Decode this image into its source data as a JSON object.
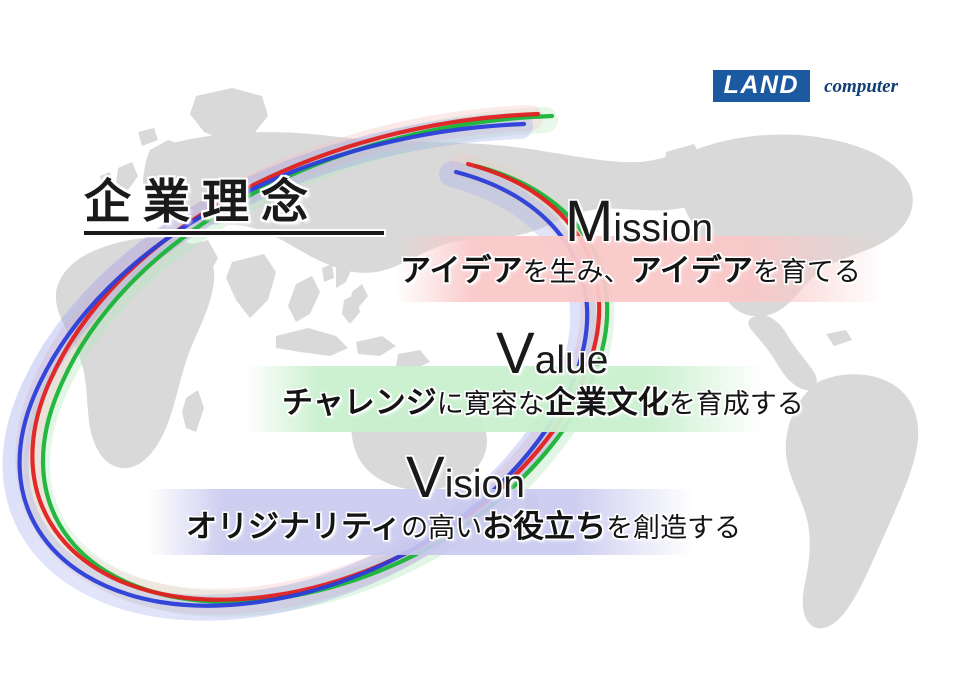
{
  "slide": {
    "title": "企業理念",
    "background_color": "#ffffff",
    "map_color": "#d9d9d9"
  },
  "logo": {
    "brand": "LAND",
    "suffix": "computer",
    "box_color": "#1b5aa0",
    "brand_color": "#ffffff",
    "suffix_color": "#123f73"
  },
  "pillars": [
    {
      "key": "mission",
      "cap": "M",
      "rest": "ission",
      "headline": "Mission",
      "subline_parts": [
        {
          "text": "アイデア",
          "emphasis": true
        },
        {
          "text": "を生み、",
          "emphasis": false
        },
        {
          "text": "アイデア",
          "emphasis": true
        },
        {
          "text": "を育てる",
          "emphasis": false
        }
      ],
      "subline": "アイデアを生み、アイデアを育てる",
      "band_color": "#f9c8c8"
    },
    {
      "key": "value",
      "cap": "V",
      "rest": "alue",
      "headline": "Value",
      "subline_parts": [
        {
          "text": "チャレンジ",
          "emphasis": true
        },
        {
          "text": "に寛容な",
          "emphasis": false
        },
        {
          "text": "企業文化",
          "emphasis": true
        },
        {
          "text": "を育成する",
          "emphasis": false
        }
      ],
      "subline": "チャレンジに寛容な企業文化を育成する",
      "band_color": "#c9f0cd"
    },
    {
      "key": "vision",
      "cap": "V",
      "rest": "ision",
      "headline": "Vision",
      "subline_parts": [
        {
          "text": "オリジナリティ",
          "emphasis": true
        },
        {
          "text": "の高い",
          "emphasis": false
        },
        {
          "text": "お役立ち",
          "emphasis": true
        },
        {
          "text": "を創造する",
          "emphasis": false
        }
      ],
      "subline": "オリジナリティの高いお役立ちを創造する",
      "band_color": "#c8c8ef"
    }
  ],
  "ribbon": {
    "strand_colors": [
      "#2b3ed8",
      "#e02020",
      "#19b438"
    ],
    "halo_colors": [
      "#8f9ae8",
      "#f2b6b6",
      "#a9e2b4"
    ]
  }
}
